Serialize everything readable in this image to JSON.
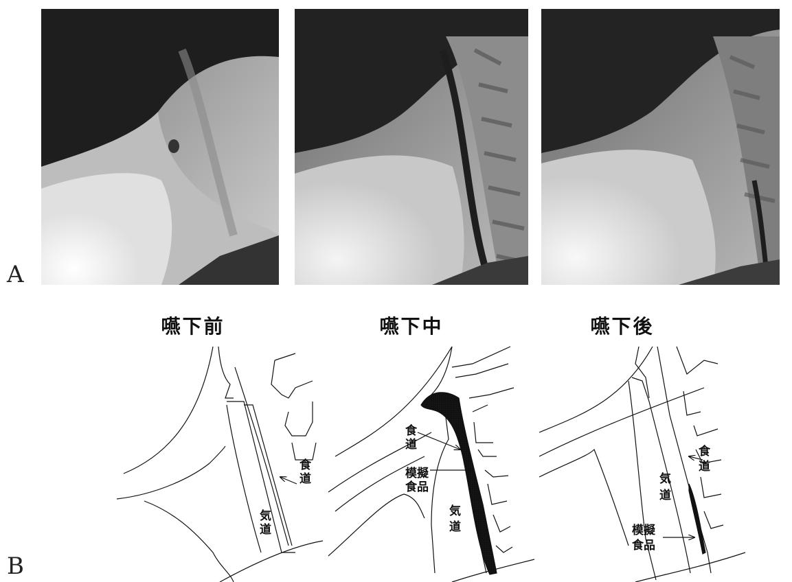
{
  "panel_a": {
    "letter": "A"
  },
  "panel_b": {
    "letter": "B",
    "stages": [
      {
        "title": "嚥下前",
        "labels": {
          "esophagus": [
            "食",
            "道"
          ],
          "airway": [
            "気",
            "道"
          ]
        }
      },
      {
        "title": "嚥下中",
        "labels": {
          "esophagus": [
            "食",
            "道"
          ],
          "airway": [
            "気",
            "道"
          ],
          "food": [
            "模擬",
            "食品"
          ]
        }
      },
      {
        "title": "嚥下後",
        "labels": {
          "esophagus": [
            "食",
            "道"
          ],
          "airway": [
            "気",
            "道"
          ],
          "food": [
            "模擬",
            "食品"
          ]
        }
      }
    ]
  },
  "colors": {
    "food_fill": "#bdbdbd",
    "line": "#111111"
  }
}
